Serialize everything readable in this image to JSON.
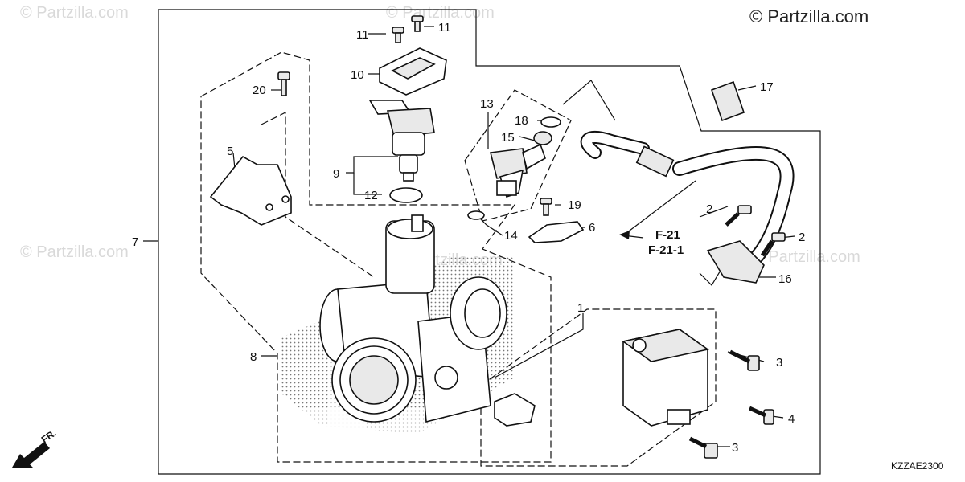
{
  "copyright": "© Partzilla.com",
  "watermark": "© Partzilla.com",
  "diagram_code": "KZZAE2300",
  "front_label": "FR.",
  "reference_labels": [
    "F-21",
    "F-21-1"
  ],
  "callouts": {
    "c1": "1",
    "c2a": "2",
    "c2b": "2",
    "c3a": "3",
    "c3b": "3",
    "c4": "4",
    "c5": "5",
    "c6": "6",
    "c7": "7",
    "c8": "8",
    "c9": "9",
    "c10": "10",
    "c11a": "11",
    "c11b": "11",
    "c12": "12",
    "c13": "13",
    "c14": "14",
    "c15": "15",
    "c16": "16",
    "c17": "17",
    "c18": "18",
    "c19": "19",
    "c20": "20"
  }
}
